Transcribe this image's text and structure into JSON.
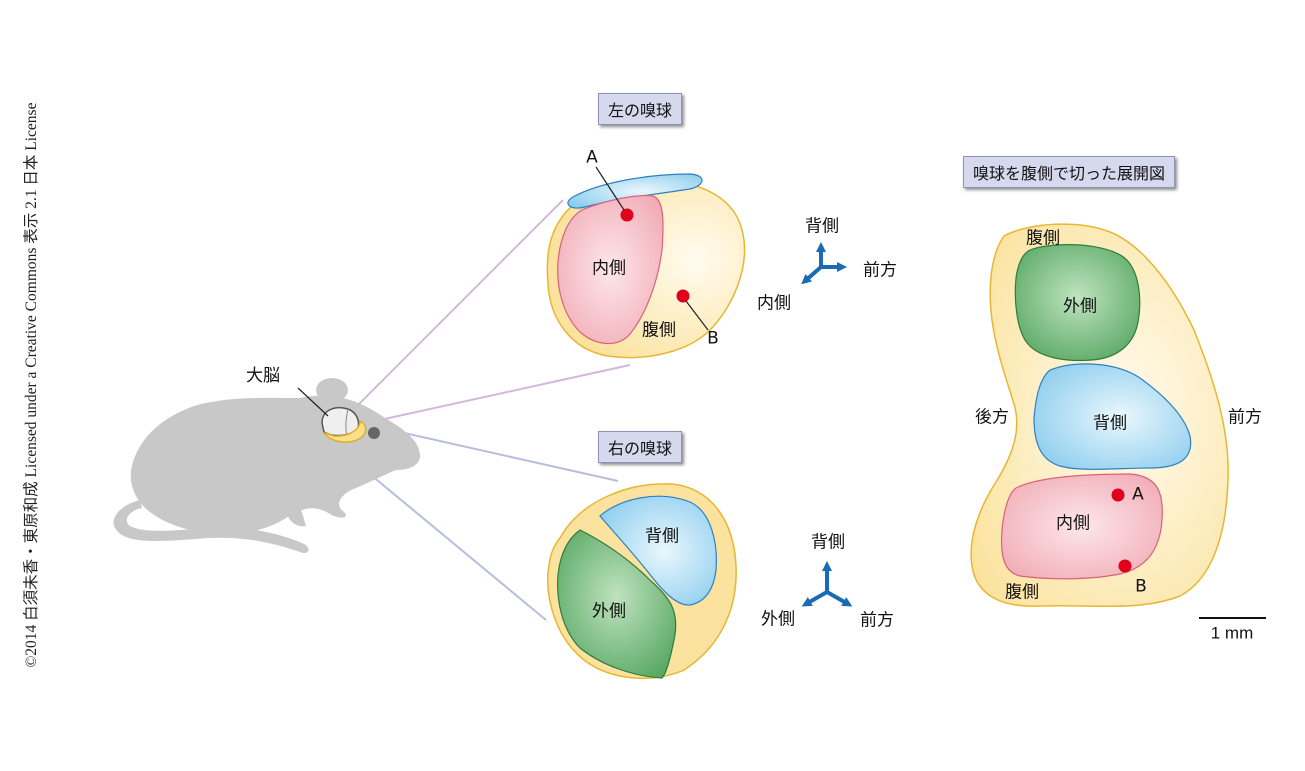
{
  "copyright": "©2014 白須未香・東原和成 Licensed under a Creative Commons 表示 2.1 日本 License",
  "mouse": {
    "brain_label": "大脳"
  },
  "left_bulb": {
    "title": "左の嗅球",
    "medial": "内側",
    "ventral": "腹側",
    "point_a": "A",
    "point_b": "B",
    "axes": {
      "up": "背側",
      "right": "前方",
      "down_left": "内側"
    }
  },
  "right_bulb": {
    "title": "右の嗅球",
    "dorsal": "背側",
    "lateral": "外側",
    "axes": {
      "up": "背側",
      "right": "前方",
      "down_left": "外側"
    }
  },
  "unfolded": {
    "title": "嗅球を腹側で切った展開図",
    "ventral_top": "腹側",
    "lateral": "外側",
    "dorsal": "背側",
    "medial": "内側",
    "posterior": "後方",
    "anterior": "前方",
    "ventral_bottom": "腹側",
    "point_a": "A",
    "point_b": "B",
    "scale": "1 mm"
  },
  "colors": {
    "bulb_fill": "#fbe3a2",
    "bulb_stroke": "#e8b632",
    "medial_fill": "#f3b7bf",
    "medial_stroke": "#d9627a",
    "dorsal_fill": "#9fd3ef",
    "dorsal_stroke": "#2f80bf",
    "lateral_fill": "#5cab67",
    "lateral_stroke": "#2f7c3a",
    "mouse": "#c8c8c8",
    "axis_arrow": "#1a6ab5",
    "point": "#e0001b"
  }
}
